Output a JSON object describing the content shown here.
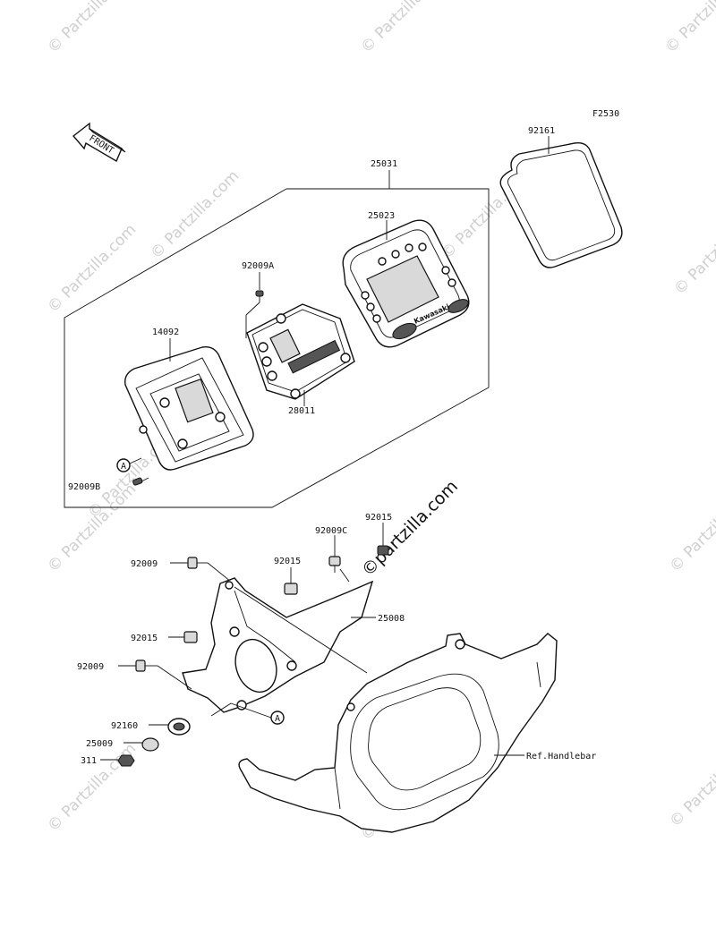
{
  "figure_code": "F2530",
  "front_arrow_label": "FRONT",
  "watermark": "© Partzilla.com",
  "watermark_center": "©partzilla.com",
  "reference_marker": "A",
  "reference_note": "Ref.Handlebar",
  "part_numbers": {
    "gasket_92161": "92161",
    "meter_assy_25031": "25031",
    "meter_25023": "25023",
    "screw_92009A": "92009A",
    "case_14092": "14092",
    "cover_28011": "28011",
    "screw_92009B": "92009B",
    "screw_92009C": "92009C",
    "clip_92015_top": "92015",
    "screw_92009_top": "92009",
    "clip_92015_mid": "92015",
    "bracket_25008": "25008",
    "clip_92015_left": "92015",
    "screw_92009_left": "92009",
    "damper_92160": "92160",
    "washer_25009": "25009",
    "nut_311": "311"
  },
  "meter_brand": "Kawasaki"
}
